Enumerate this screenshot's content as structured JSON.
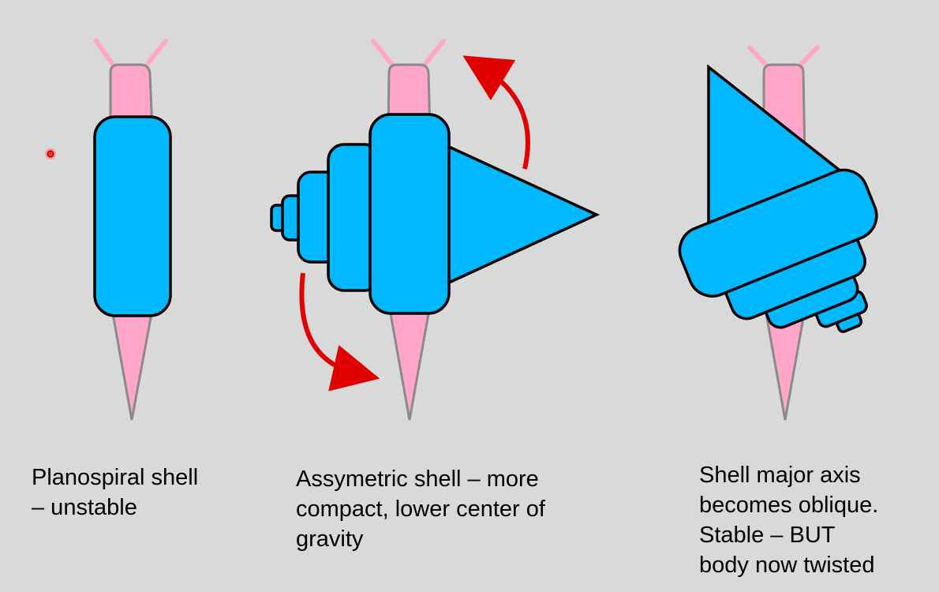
{
  "panels": [
    {
      "caption_lines": [
        "Planospiral shell",
        "– unstable"
      ]
    },
    {
      "caption_lines": [
        "Assymetric shell – more",
        "compact, lower center of",
        "gravity"
      ]
    },
    {
      "caption_lines": [
        "Shell major axis",
        "becomes oblique.",
        "Stable – BUT",
        "body now twisted"
      ]
    }
  ],
  "colors": {
    "background": "#d9d9d9",
    "snail_body": "#ffa6c9",
    "shell": "#00b8ff",
    "outline": "#000000",
    "arrow": "#e00000",
    "body_outline": "#8a8a8a"
  },
  "icons": [
    "laser-pointer-dot",
    "rotation-arrow-icon"
  ]
}
